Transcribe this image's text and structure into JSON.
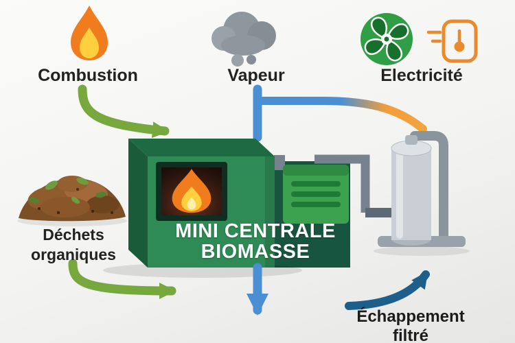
{
  "nodes": {
    "combustion": {
      "label": "Combustion"
    },
    "vapeur": {
      "label": "Vapeur"
    },
    "electricite": {
      "label": "Electricité"
    },
    "dechets": {
      "line1": "Déchets",
      "line2": "organiques"
    },
    "plant": {
      "line1": "MINI CENTRALE",
      "line2": "BIOMASSE"
    },
    "echappement": {
      "line1": "Échappement",
      "line2": "filtré"
    }
  },
  "icons": {
    "combustion": "flame-icon",
    "vapeur": "steam-cloud-icon",
    "electricite_left": "turbine-fan-icon",
    "electricite_right": "power-device-icon",
    "dechets": "organic-waste-pile",
    "plant": "biomass-plant",
    "generator": "generator-unit",
    "tank": "filter-tank",
    "exhaust": "exhaust-pipe"
  },
  "colors": {
    "green_arrow": "#76a83e",
    "blue_arrow": "#4a8fd4",
    "orange_accent": "#f29d3a",
    "dark_blue_arrow": "#1e5e8a",
    "plant_front": "#2e8b55",
    "plant_top": "#1e6a42",
    "plant_side": "#1a5c39",
    "plant_shadow_block": "#185540",
    "flame_orange": "#f07c1d",
    "flame_yellow": "#ffcf3f",
    "machine_green": "#3da24f",
    "machine_stripe": "#1f7a38",
    "pipe_gray": "#76828d",
    "tank_gray": "#c9cfd5",
    "cloud_gray": "#8f969e",
    "fan_green": "#2f9e45",
    "plug_orange": "#ea8a2e",
    "text_dark": "#222222"
  }
}
